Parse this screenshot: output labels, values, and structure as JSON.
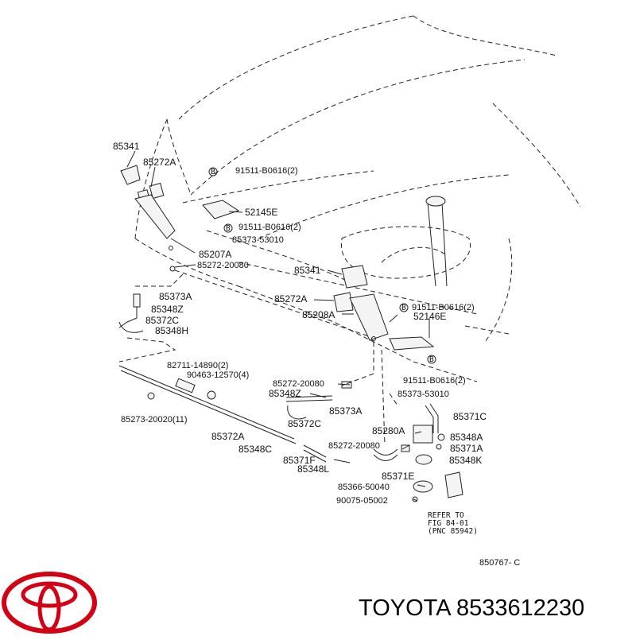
{
  "labels": {
    "l85341a": "85341",
    "l85272a_a": "85272A",
    "l91511_1": "91511-B0616(2)",
    "l52145e": "52145E",
    "l91511_2": "91511-B0616(2)",
    "l85373_53010_a": "85373-53010",
    "l85207a": "85207A",
    "l85272_20080_a": "85272-20080",
    "l85341b": "85341",
    "l85373a_a": "85373A",
    "l85348z_a": "85348Z",
    "l85372c_a": "85372C",
    "l85348h": "85348H",
    "l85272a_b": "85272A",
    "l85208a": "85208A",
    "l91511_3": "91511-B0616(2)",
    "l52146e": "52146E",
    "l82711": "82711-14890(2)",
    "l90463": "90463-12570(4)",
    "l91511_4": "91511-B0616(2)",
    "l85373_53010_b": "85373-53010",
    "l85272_20080_b": "85272-20080",
    "l85348z_b": "85348Z",
    "l85373a_b": "85373A",
    "l85273": "85273-20020(11)",
    "l85372c_b": "85372C",
    "l85371c": "85371C",
    "l85280a": "85280A",
    "l85348a": "85348A",
    "l85272_20080_c": "85272-20080",
    "l85371a": "85371A",
    "l85372a": "85372A",
    "l85348c": "85348C",
    "l85371f": "85371F",
    "l85348k": "85348K",
    "l85348l": "85348L",
    "l85371e": "85371E",
    "l85366": "85366-50040",
    "l90075": "90075-05002",
    "refer1": "REFER TO",
    "refer2": "FIG 84-01",
    "refer3": "(PNC 85942)",
    "diagram_code": "850767- C",
    "bolt_marker": "B"
  },
  "footer": {
    "brand_text": "TOYOTA 8533612230",
    "logo_color": "#d40014"
  }
}
